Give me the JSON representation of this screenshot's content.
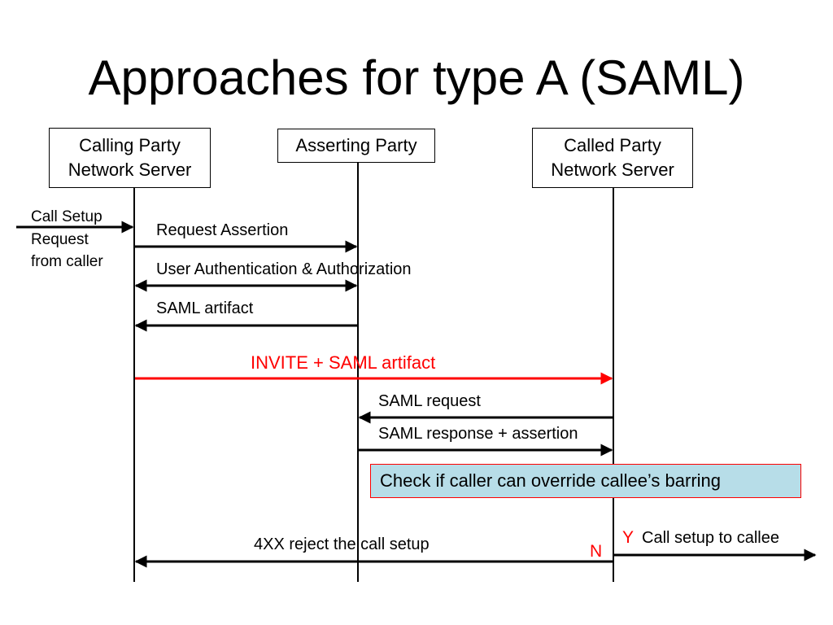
{
  "title": "Approaches for type A (SAML)",
  "participants": {
    "calling": [
      "Calling Party",
      "Network Server"
    ],
    "asserting": [
      "Asserting Party"
    ],
    "called": [
      "Called Party",
      "Network Server"
    ]
  },
  "call_setup_request": [
    "Call Setup",
    "Request",
    "from caller"
  ],
  "messages": {
    "request_assertion": "Request Assertion",
    "user_auth": "User Authentication & Authorization",
    "saml_artifact": "SAML artifact",
    "invite": "INVITE + SAML artifact",
    "saml_request": "SAML request",
    "saml_response": "SAML response + assertion",
    "check": "Check if caller can override callee’s barring",
    "yes": "Y",
    "call_setup_callee": "Call setup to callee",
    "no": "N",
    "reject": "4XX reject the call setup"
  },
  "colors": {
    "line": "#000000",
    "highlight": "#ff0000",
    "check_fill": "#b7dde8"
  }
}
